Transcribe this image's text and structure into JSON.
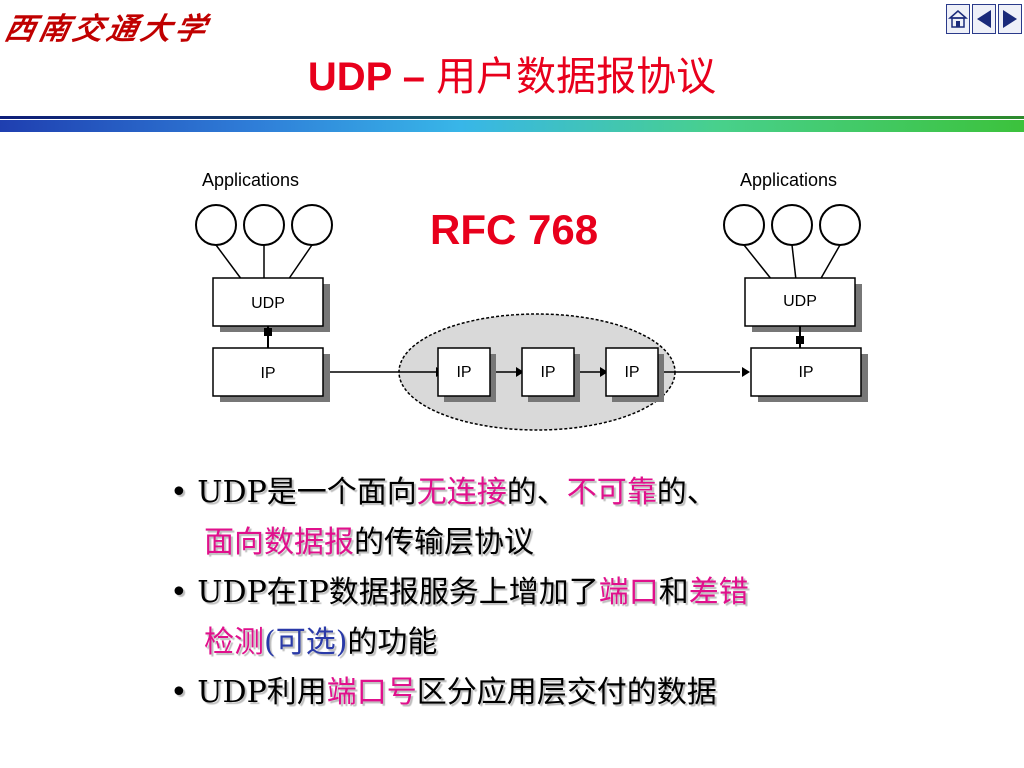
{
  "header": {
    "logo_text": "西南交通大学",
    "nav": [
      {
        "icon": "home-icon"
      },
      {
        "icon": "previous-arrow-icon"
      },
      {
        "icon": "next-arrow-icon"
      }
    ]
  },
  "title": {
    "latin": "UDP – ",
    "cn": "用户数据报协议"
  },
  "diagram": {
    "rfc": "RFC 768",
    "left": {
      "apps_label": "Applications",
      "udp": "UDP",
      "ip": "IP"
    },
    "right": {
      "apps_label": "Applications",
      "udp": "UDP",
      "ip": "IP"
    },
    "routers": [
      "IP",
      "IP",
      "IP"
    ]
  },
  "bullets": [
    {
      "lines": [
        [
          {
            "t": "UDP是一个面向"
          },
          {
            "t": "无连接",
            "c": "red"
          },
          {
            "t": "的、"
          },
          {
            "t": "不可靠",
            "c": "red"
          },
          {
            "t": "的、"
          }
        ],
        [
          {
            "t": "面向数据报",
            "c": "red"
          },
          {
            "t": "的传输层协议"
          }
        ]
      ]
    },
    {
      "lines": [
        [
          {
            "t": "UDP在IP数据报服务上增加了"
          },
          {
            "t": "端口",
            "c": "red"
          },
          {
            "t": "和"
          },
          {
            "t": "差错",
            "c": "red"
          }
        ],
        [
          {
            "t": "检测",
            "c": "red"
          },
          {
            "t": "(可选)",
            "c": "blue"
          },
          {
            "t": "的功能"
          }
        ]
      ]
    },
    {
      "lines": [
        [
          {
            "t": "UDP利用"
          },
          {
            "t": "端口号",
            "c": "red"
          },
          {
            "t": "区分应用层交付的数据"
          }
        ]
      ]
    }
  ],
  "colors": {
    "title": "#e8001c",
    "highlight": "#e0108c",
    "parenthetical": "#2a3aa8"
  }
}
